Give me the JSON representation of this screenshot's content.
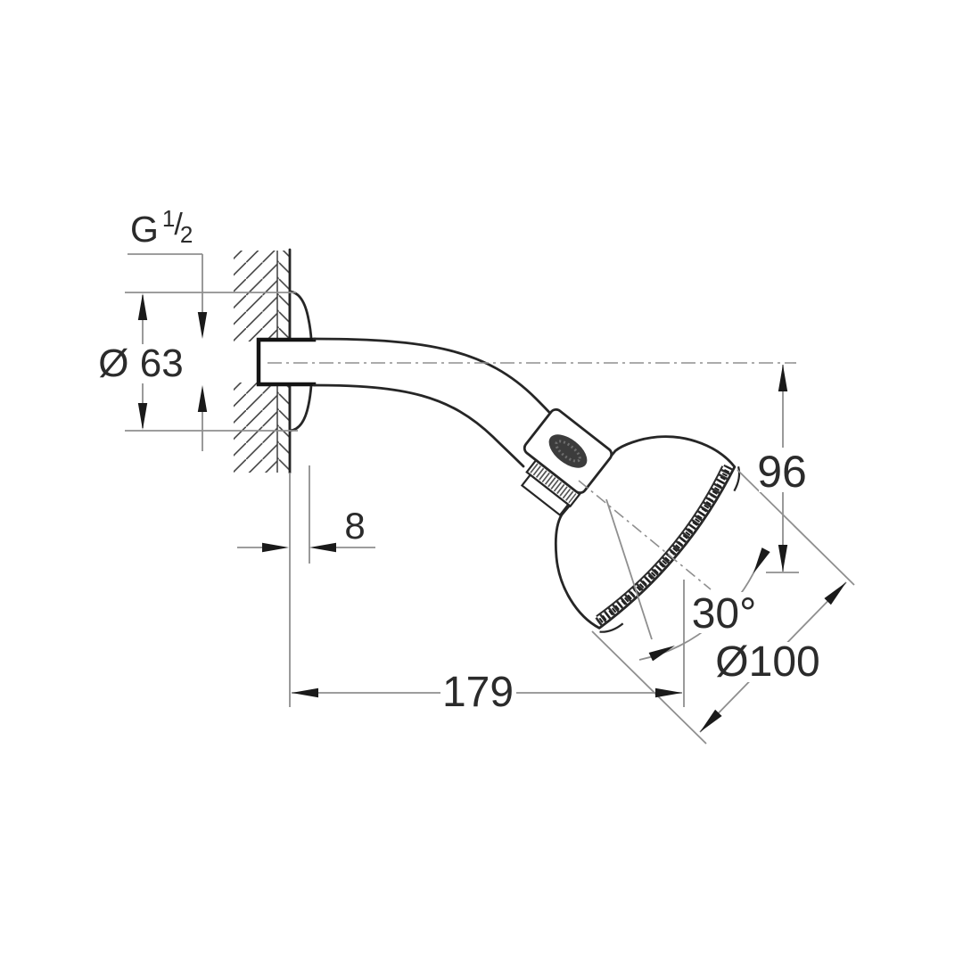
{
  "drawing": {
    "title": "wall-mounted shower head with shower arm - dimensional drawing",
    "annotations": {
      "thread_size": {
        "g": "G",
        "numerator": "1",
        "slash": "/",
        "denominator": "2"
      },
      "flange_diameter": "Ø 63",
      "wall_clearance": "8",
      "head_drop": "96",
      "swivel_angle": "30°",
      "head_diameter": "Ø100",
      "arm_reach": "179"
    },
    "colors": {
      "outline": "#262626",
      "thin_dimension_line": "#8f8f8f",
      "text": "#2b2b2b",
      "logo_fill": "#3c3c3c",
      "background": "#ffffff"
    }
  }
}
